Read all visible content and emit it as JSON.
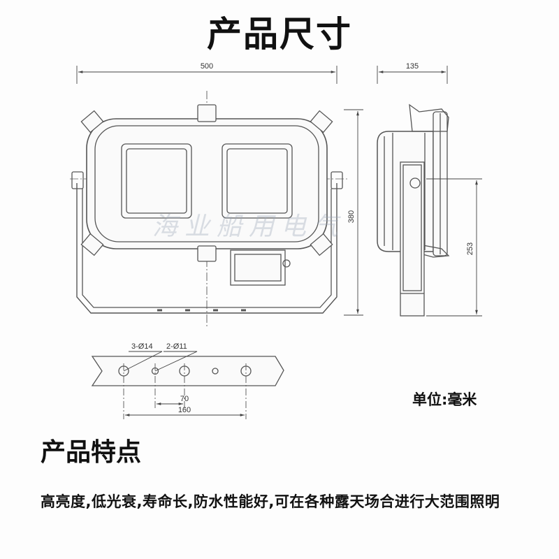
{
  "header": {
    "title": "产品尺寸"
  },
  "dimensions": {
    "width": "500",
    "depth": "135",
    "height": "380",
    "mount_height": "253",
    "holes_large": "3-Ø14",
    "holes_small": "2-Ø11",
    "hole_spacing_small": "70",
    "hole_spacing_large": "160"
  },
  "unit_label": "单位:毫米",
  "watermark": "海业船用电气",
  "features": {
    "title": "产品特点",
    "text": "高亮度,低光衰,寿命长,防水性能好,可在各种露天场合进行大范围照明"
  }
}
